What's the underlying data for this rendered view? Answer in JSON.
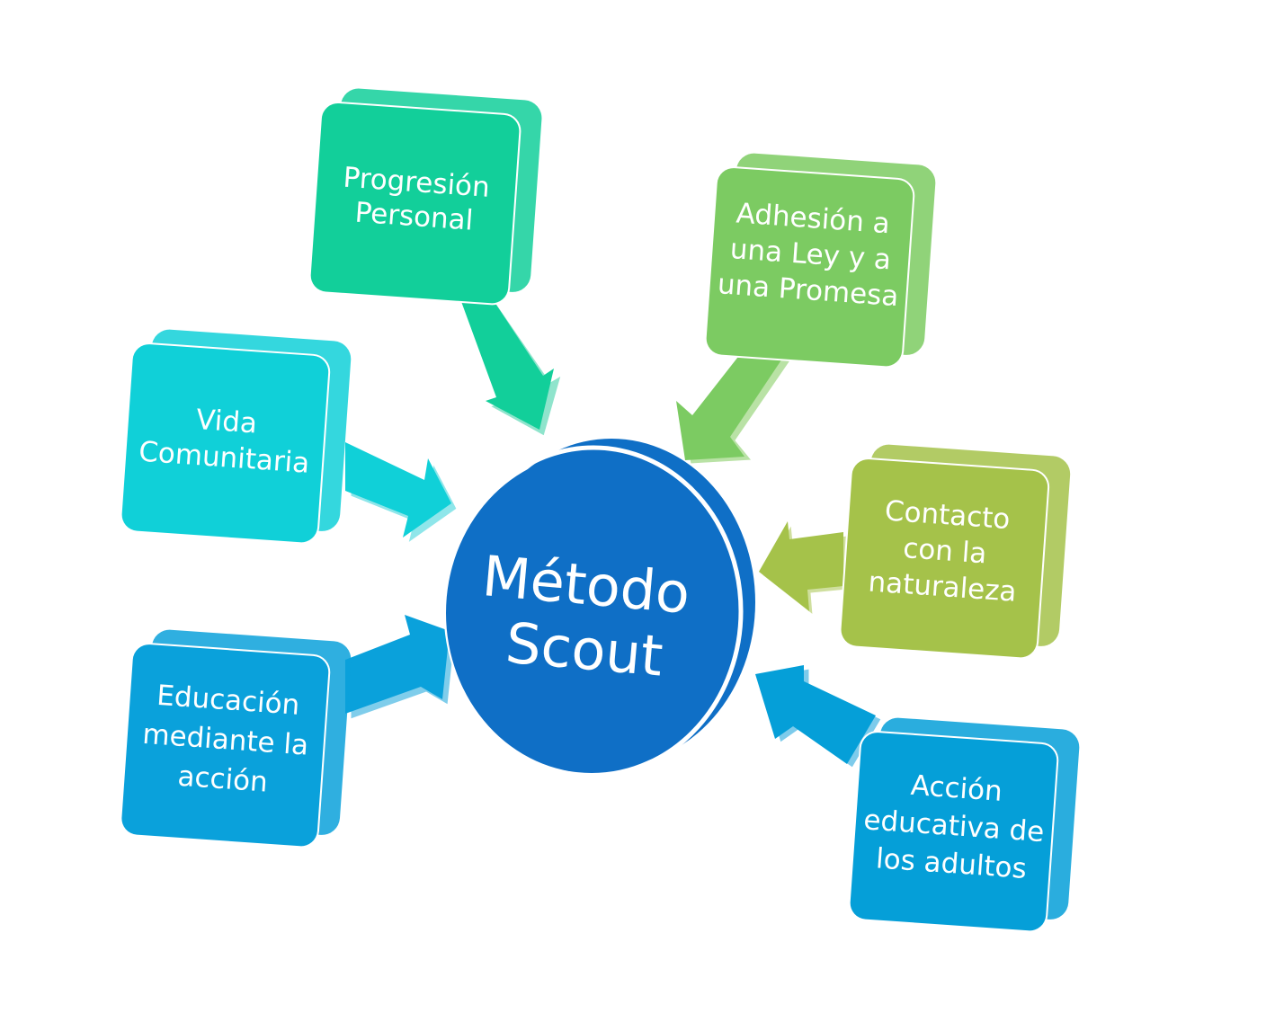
{
  "center": {
    "line1": "Método",
    "line2": "Scout",
    "color": "#0f6fc6"
  },
  "nodes": [
    {
      "id": "progresion",
      "lines": [
        "Progresión",
        "Personal"
      ],
      "color": "#12cf9a"
    },
    {
      "id": "adhesion",
      "lines": [
        "Adhesión a",
        "una Ley y a",
        "una Promesa"
      ],
      "color": "#7ccb62"
    },
    {
      "id": "vida",
      "lines": [
        "Vida",
        "Comunitaria"
      ],
      "color": "#10d0d8"
    },
    {
      "id": "contacto",
      "lines": [
        "Contacto",
        "con la",
        "naturaleza"
      ],
      "color": "#a5c24a"
    },
    {
      "id": "educacion",
      "lines": [
        "Educación",
        "mediante la",
        "acción"
      ],
      "color": "#0aa1db"
    },
    {
      "id": "accion",
      "lines": [
        "Acción",
        "educativa de",
        "los adultos"
      ],
      "color": "#059fd8"
    }
  ]
}
